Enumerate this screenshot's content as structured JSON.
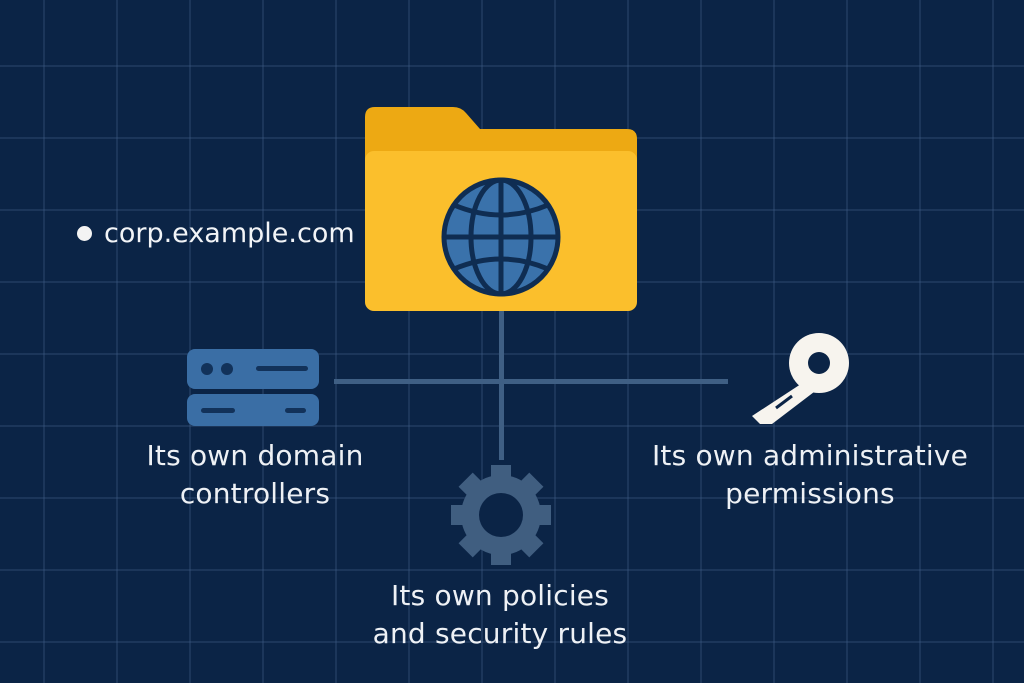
{
  "domain_label": "corp.example.com",
  "center_node": {
    "icon": "folder-globe-icon",
    "folder_color": "#fbbf2c",
    "folder_tab_color": "#eda913",
    "globe_color": "#3a72ab",
    "globe_stroke": "#0f2d52"
  },
  "nodes": [
    {
      "id": "domain-controllers",
      "icon": "server-icon",
      "line1": "Its own domain",
      "line2": "controllers",
      "icon_color": "#3a6ea5"
    },
    {
      "id": "administrative-permissions",
      "icon": "key-icon",
      "line1": "Its own administrative",
      "line2": "permissions",
      "icon_color": "#f7f4ee"
    },
    {
      "id": "policies-security-rules",
      "icon": "gear-icon",
      "line1": "Its own policies",
      "line2": "and security rules",
      "icon_color": "#405e80"
    }
  ],
  "colors": {
    "background": "#0b2446",
    "grid": "#1e3a5e",
    "connector": "#3f5f84",
    "text": "#eef1f5"
  }
}
